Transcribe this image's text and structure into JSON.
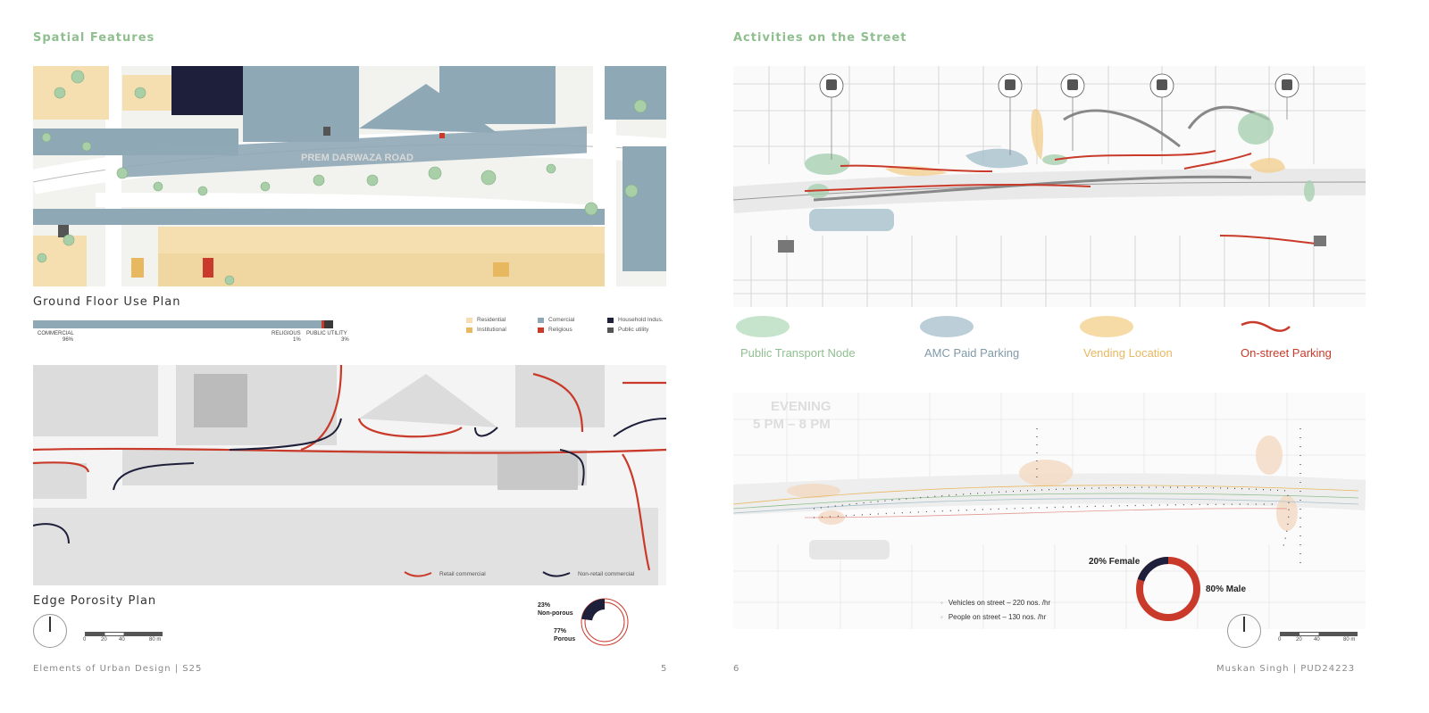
{
  "left": {
    "section_title": "Spatial Features",
    "road_label": "PREM DARWAZA ROAD",
    "ground_plan_title": "Ground Floor Use Plan",
    "bar": [
      {
        "label": "COMMERCIAL",
        "pct": "96%",
        "value": 96,
        "color": "#8fa8b6"
      },
      {
        "label": "RELIGIOUS",
        "pct": "1%",
        "value": 1,
        "color": "#c93a2a"
      },
      {
        "label": "PUBLIC UTILITY",
        "pct": "3%",
        "value": 3,
        "color": "#3a3a3a"
      }
    ],
    "use_legend": [
      {
        "label": "Residential",
        "color": "#f5dfb0"
      },
      {
        "label": "Comercial",
        "color": "#8fa8b6"
      },
      {
        "label": "Household Indus.",
        "color": "#1e1f3a"
      },
      {
        "label": "Institutional",
        "color": "#e8b860"
      },
      {
        "label": "Religious",
        "color": "#c93a2a"
      },
      {
        "label": "Public utility",
        "color": "#555555"
      }
    ],
    "porosity_legend": [
      {
        "label": "Retail commercial",
        "color": "#c93a2a"
      },
      {
        "label": "Non-retail commercial",
        "color": "#1e1f3a"
      }
    ],
    "porosity_title": "Edge Porosity Plan",
    "donut": {
      "nonporous_pct": "23%",
      "nonporous_label": "Non-porous",
      "porous_pct": "77%",
      "porous_label": "Porous",
      "nonporous_value": 23
    },
    "scale": [
      "0",
      "20",
      "40",
      "80 m"
    ],
    "footer": "Elements of Urban Design | S25",
    "page_number": "5"
  },
  "right": {
    "section_title": "Activities on the Street",
    "legend": [
      {
        "label": "Public Transport Node",
        "color": "#a8d0b0",
        "text_color": "#8fbf8f"
      },
      {
        "label": "AMC Paid Parking",
        "color": "#a8c0cc",
        "text_color": "#7f9aa8"
      },
      {
        "label": "Vending Location",
        "color": "#f2d090",
        "text_color": "#e8b860"
      },
      {
        "label": "On-street Parking",
        "color": "#c93a2a",
        "text_color": "#c93a2a"
      }
    ],
    "evening_title": "EVENING",
    "evening_time": "5 PM – 8 PM",
    "vehicles_text": "Vehicles on street – 220 nos. /hr",
    "people_text": "People on street – 130 nos. /hr",
    "gender": {
      "female_label": "20% Female",
      "male_label": "80% Male",
      "female_value": 20
    },
    "scale": [
      "0",
      "20",
      "40",
      "80 m"
    ],
    "page_number": "6",
    "footer": "Muskan Singh | PUD24223"
  },
  "colors": {
    "accent_green": "#8fbf8f",
    "red": "#c93a2a",
    "navy": "#1e1f3a",
    "blue_grey": "#8fa8b6",
    "sand": "#f5dfb0"
  }
}
